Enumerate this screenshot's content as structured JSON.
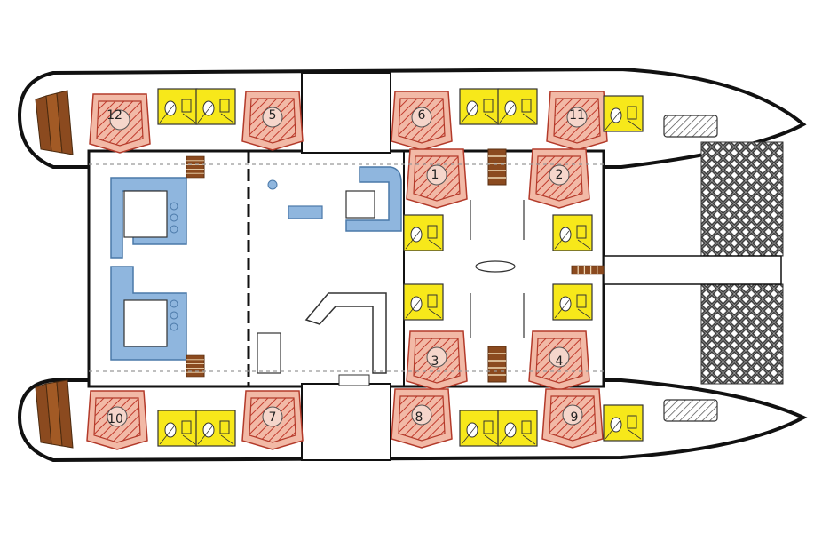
{
  "colors": {
    "hull_outline": "#111111",
    "cabin_fill": "#f2b9a6",
    "cabin_stroke": "#b33a2a",
    "bed_hatch": "#c0392b",
    "head_fill": "#f7e81a",
    "saloon_furniture": "#8fb6de",
    "stairs": "#8b4a1f",
    "net": "#333333",
    "floor": "#ffffff"
  },
  "cabins": [
    {
      "id": "12",
      "label": "12"
    },
    {
      "id": "5",
      "label": "5"
    },
    {
      "id": "6",
      "label": "6"
    },
    {
      "id": "11",
      "label": "11"
    },
    {
      "id": "1",
      "label": "1"
    },
    {
      "id": "2",
      "label": "2"
    },
    {
      "id": "3",
      "label": "3"
    },
    {
      "id": "4",
      "label": "4"
    },
    {
      "id": "10",
      "label": "10"
    },
    {
      "id": "7",
      "label": "7"
    },
    {
      "id": "8",
      "label": "8"
    },
    {
      "id": "9",
      "label": "9"
    }
  ],
  "icons": {
    "head": "toilet-shower-icon",
    "stairs": "stairs-icon",
    "trampoline": "trampoline-net",
    "sofa": "sofa-icon",
    "galley": "galley-counter"
  }
}
